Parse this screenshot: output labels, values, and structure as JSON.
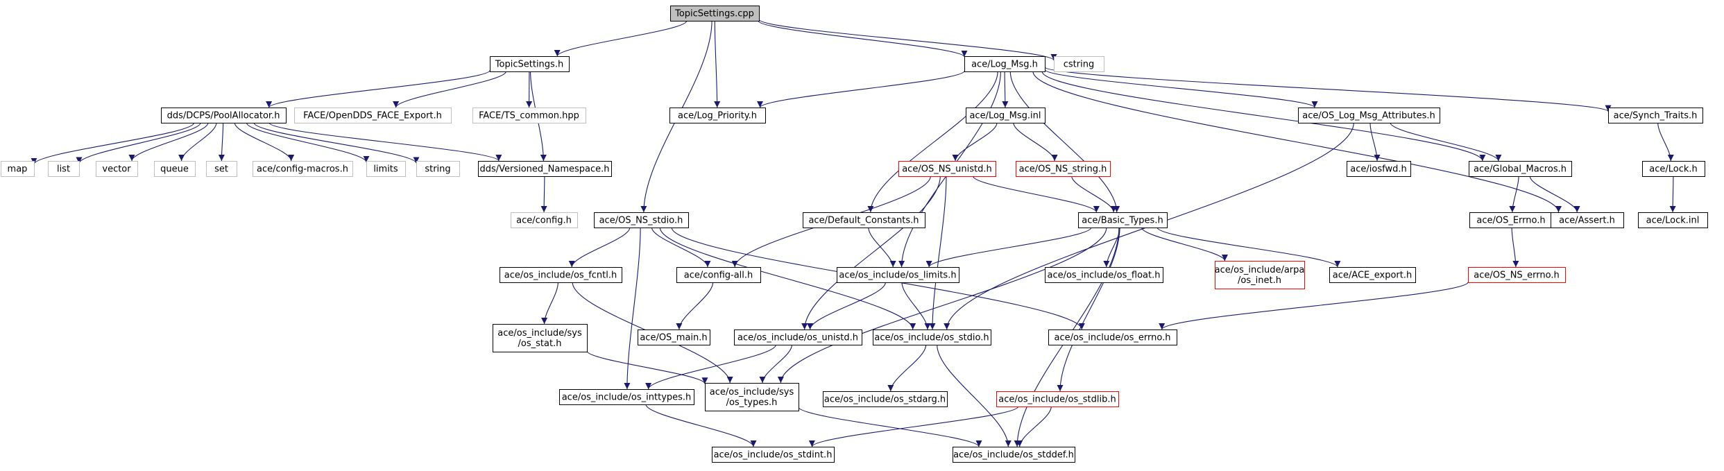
{
  "colors": {
    "edge": "#191970",
    "node_fill": "#ffffff",
    "node_border_normal": "#000000",
    "node_border_system": "#bfbfbf",
    "node_border_truncated": "#ff0000",
    "root_fill": "#bfbfbf",
    "text": "#000000"
  },
  "nodes": [
    {
      "id": "root",
      "label": "TopicSettings.cpp",
      "kind": "root"
    },
    {
      "id": "topicsettings_h",
      "label": "TopicSettings.h",
      "kind": "normal"
    },
    {
      "id": "log_msg_h",
      "label": "ace/Log_Msg.h",
      "kind": "normal"
    },
    {
      "id": "cstring",
      "label": "cstring",
      "kind": "system"
    },
    {
      "id": "poolalloc",
      "label": "dds/DCPS/PoolAllocator.h",
      "kind": "normal"
    },
    {
      "id": "face_export",
      "label": "FACE/OpenDDS_FACE_Export.h",
      "kind": "system"
    },
    {
      "id": "ts_common",
      "label": "FACE/TS_common.hpp",
      "kind": "system"
    },
    {
      "id": "log_priority",
      "label": "ace/Log_Priority.h",
      "kind": "normal"
    },
    {
      "id": "log_msg_inl",
      "label": "ace/Log_Msg.inl",
      "kind": "normal"
    },
    {
      "id": "os_log_attr",
      "label": "ace/OS_Log_Msg_Attributes.h",
      "kind": "normal"
    },
    {
      "id": "synch_traits",
      "label": "ace/Synch_Traits.h",
      "kind": "normal"
    },
    {
      "id": "map",
      "label": "map",
      "kind": "system"
    },
    {
      "id": "list",
      "label": "list",
      "kind": "system"
    },
    {
      "id": "vector",
      "label": "vector",
      "kind": "system"
    },
    {
      "id": "queue",
      "label": "queue",
      "kind": "system"
    },
    {
      "id": "set",
      "label": "set",
      "kind": "system"
    },
    {
      "id": "config_macros",
      "label": "ace/config-macros.h",
      "kind": "system"
    },
    {
      "id": "limits",
      "label": "limits",
      "kind": "system"
    },
    {
      "id": "string",
      "label": "string",
      "kind": "system"
    },
    {
      "id": "versioned_ns",
      "label": "dds/Versioned_Namespace.h",
      "kind": "normal"
    },
    {
      "id": "os_ns_unistd",
      "label": "ace/OS_NS_unistd.h",
      "kind": "truncated"
    },
    {
      "id": "os_ns_string",
      "label": "ace/OS_NS_string.h",
      "kind": "truncated"
    },
    {
      "id": "iosfwd",
      "label": "ace/iosfwd.h",
      "kind": "normal"
    },
    {
      "id": "global_macros",
      "label": "ace/Global_Macros.h",
      "kind": "normal"
    },
    {
      "id": "lock_h",
      "label": "ace/Lock.h",
      "kind": "normal"
    },
    {
      "id": "config_h",
      "label": "ace/config.h",
      "kind": "system"
    },
    {
      "id": "os_ns_stdio",
      "label": "ace/OS_NS_stdio.h",
      "kind": "normal"
    },
    {
      "id": "default_constants",
      "label": "ace/Default_Constants.h",
      "kind": "normal"
    },
    {
      "id": "basic_types",
      "label": "ace/Basic_Types.h",
      "kind": "normal"
    },
    {
      "id": "os_errno",
      "label": "ace/OS_Errno.h",
      "kind": "normal"
    },
    {
      "id": "assert_h",
      "label": "ace/Assert.h",
      "kind": "normal"
    },
    {
      "id": "lock_inl",
      "label": "ace/Lock.inl",
      "kind": "normal"
    },
    {
      "id": "os_fcntl",
      "label": "ace/os_include/os_fcntl.h",
      "kind": "normal"
    },
    {
      "id": "config_all",
      "label": "ace/config-all.h",
      "kind": "normal"
    },
    {
      "id": "os_limits",
      "label": "ace/os_include/os_limits.h",
      "kind": "normal"
    },
    {
      "id": "os_float",
      "label": "ace/os_include/os_float.h",
      "kind": "normal"
    },
    {
      "id": "arpa_inet",
      "label": "ace/os_include/arpa\n/os_inet.h",
      "kind": "truncated"
    },
    {
      "id": "ace_export",
      "label": "ace/ACE_export.h",
      "kind": "normal"
    },
    {
      "id": "os_ns_errno",
      "label": "ace/OS_NS_errno.h",
      "kind": "truncated"
    },
    {
      "id": "sys_stat",
      "label": "ace/os_include/sys\n/os_stat.h",
      "kind": "normal"
    },
    {
      "id": "os_main",
      "label": "ace/OS_main.h",
      "kind": "normal"
    },
    {
      "id": "os_unistd",
      "label": "ace/os_include/os_unistd.h",
      "kind": "normal"
    },
    {
      "id": "os_stdio",
      "label": "ace/os_include/os_stdio.h",
      "kind": "normal"
    },
    {
      "id": "os_errno_h",
      "label": "ace/os_include/os_errno.h",
      "kind": "normal"
    },
    {
      "id": "os_inttypes",
      "label": "ace/os_include/os_inttypes.h",
      "kind": "normal"
    },
    {
      "id": "sys_types",
      "label": "ace/os_include/sys\n/os_types.h",
      "kind": "normal"
    },
    {
      "id": "os_stdarg",
      "label": "ace/os_include/os_stdarg.h",
      "kind": "normal"
    },
    {
      "id": "os_stdlib",
      "label": "ace/os_include/os_stdlib.h",
      "kind": "truncated"
    },
    {
      "id": "os_stdint",
      "label": "ace/os_include/os_stdint.h",
      "kind": "normal"
    },
    {
      "id": "os_stddef",
      "label": "ace/os_include/os_stddef.h",
      "kind": "normal"
    }
  ],
  "edges": [
    [
      "root",
      "topicsettings_h"
    ],
    [
      "root",
      "log_msg_h"
    ],
    [
      "root",
      "cstring"
    ],
    [
      "root",
      "log_priority"
    ],
    [
      "root",
      "os_ns_stdio"
    ],
    [
      "topicsettings_h",
      "poolalloc"
    ],
    [
      "topicsettings_h",
      "face_export"
    ],
    [
      "topicsettings_h",
      "ts_common"
    ],
    [
      "topicsettings_h",
      "versioned_ns"
    ],
    [
      "poolalloc",
      "map"
    ],
    [
      "poolalloc",
      "list"
    ],
    [
      "poolalloc",
      "vector"
    ],
    [
      "poolalloc",
      "queue"
    ],
    [
      "poolalloc",
      "set"
    ],
    [
      "poolalloc",
      "config_macros"
    ],
    [
      "poolalloc",
      "limits"
    ],
    [
      "poolalloc",
      "string"
    ],
    [
      "poolalloc",
      "versioned_ns"
    ],
    [
      "versioned_ns",
      "config_h"
    ],
    [
      "log_msg_h",
      "log_priority"
    ],
    [
      "log_msg_h",
      "log_msg_inl"
    ],
    [
      "log_msg_h",
      "os_log_attr"
    ],
    [
      "log_msg_h",
      "synch_traits"
    ],
    [
      "log_msg_h",
      "global_macros"
    ],
    [
      "log_msg_h",
      "assert_h"
    ],
    [
      "log_msg_h",
      "default_constants"
    ],
    [
      "log_msg_h",
      "basic_types"
    ],
    [
      "log_msg_h",
      "os_limits"
    ],
    [
      "log_msg_inl",
      "os_ns_unistd"
    ],
    [
      "log_msg_inl",
      "os_ns_string"
    ],
    [
      "os_ns_unistd",
      "basic_types"
    ],
    [
      "os_ns_unistd",
      "config_all"
    ],
    [
      "os_ns_unistd",
      "os_unistd"
    ],
    [
      "os_ns_unistd",
      "os_stdio"
    ],
    [
      "os_ns_string",
      "basic_types"
    ],
    [
      "os_log_attr",
      "iosfwd"
    ],
    [
      "os_log_attr",
      "global_macros"
    ],
    [
      "os_log_attr",
      "os_stdio"
    ],
    [
      "global_macros",
      "os_errno"
    ],
    [
      "global_macros",
      "assert_h"
    ],
    [
      "synch_traits",
      "lock_h"
    ],
    [
      "lock_h",
      "lock_inl"
    ],
    [
      "os_errno",
      "os_ns_errno"
    ],
    [
      "os_ns_errno",
      "os_errno_h"
    ],
    [
      "default_constants",
      "os_limits"
    ],
    [
      "basic_types",
      "os_limits"
    ],
    [
      "basic_types",
      "os_float"
    ],
    [
      "basic_types",
      "arpa_inet"
    ],
    [
      "basic_types",
      "ace_export"
    ],
    [
      "basic_types",
      "os_stdlib"
    ],
    [
      "basic_types",
      "sys_types"
    ],
    [
      "basic_types",
      "os_stddef"
    ],
    [
      "os_ns_stdio",
      "os_fcntl"
    ],
    [
      "os_ns_stdio",
      "config_all"
    ],
    [
      "os_ns_stdio",
      "os_stdio"
    ],
    [
      "os_ns_stdio",
      "os_errno_h"
    ],
    [
      "os_ns_stdio",
      "os_inttypes"
    ],
    [
      "os_fcntl",
      "sys_stat"
    ],
    [
      "os_fcntl",
      "sys_types"
    ],
    [
      "config_all",
      "os_main"
    ],
    [
      "sys_stat",
      "sys_types"
    ],
    [
      "os_limits",
      "os_unistd"
    ],
    [
      "os_limits",
      "os_stdio"
    ],
    [
      "os_unistd",
      "sys_types"
    ],
    [
      "os_unistd",
      "os_inttypes"
    ],
    [
      "os_stdio",
      "os_stdarg"
    ],
    [
      "os_stdio",
      "os_stddef"
    ],
    [
      "os_inttypes",
      "os_stdint"
    ],
    [
      "sys_types",
      "os_stddef"
    ],
    [
      "os_stdlib",
      "os_stdint"
    ],
    [
      "os_stdlib",
      "os_stddef"
    ]
  ]
}
